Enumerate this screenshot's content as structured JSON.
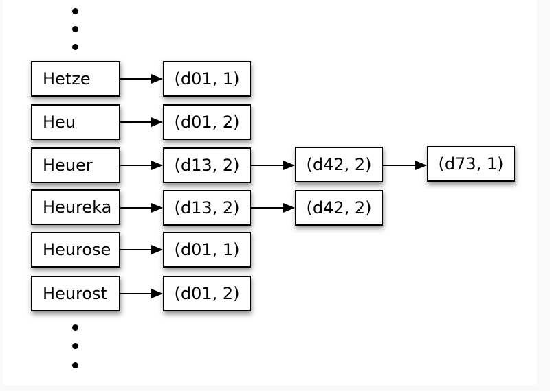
{
  "diagram": {
    "type": "inverted-index-posting-lists",
    "rows": [
      {
        "term": "Hetze",
        "postings": [
          "(d01, 1)"
        ]
      },
      {
        "term": "Heu",
        "postings": [
          "(d01, 2)"
        ]
      },
      {
        "term": "Heuer",
        "postings": [
          "(d13, 2)",
          "(d42, 2)",
          "(d73, 1)"
        ]
      },
      {
        "term": "Heureka",
        "postings": [
          "(d13, 2)",
          "(d42, 2)"
        ]
      },
      {
        "term": "Heurose",
        "postings": [
          "(d01, 1)"
        ]
      },
      {
        "term": "Heurost",
        "postings": [
          "(d01, 2)"
        ]
      }
    ],
    "ellipsis": {
      "top_dots": 3,
      "bottom_dots": 3
    },
    "icons": {
      "arrow": "right-arrow",
      "ellipsis": "vertical-dots"
    },
    "colors": {
      "page_background": "#f9f9f9",
      "canvas": "#ffffff",
      "node_fill": "#ffffff",
      "node_border": "#000000",
      "arrow": "#000000",
      "text": "#000000",
      "shadow": "rgba(0,0,0,0.45)"
    }
  }
}
